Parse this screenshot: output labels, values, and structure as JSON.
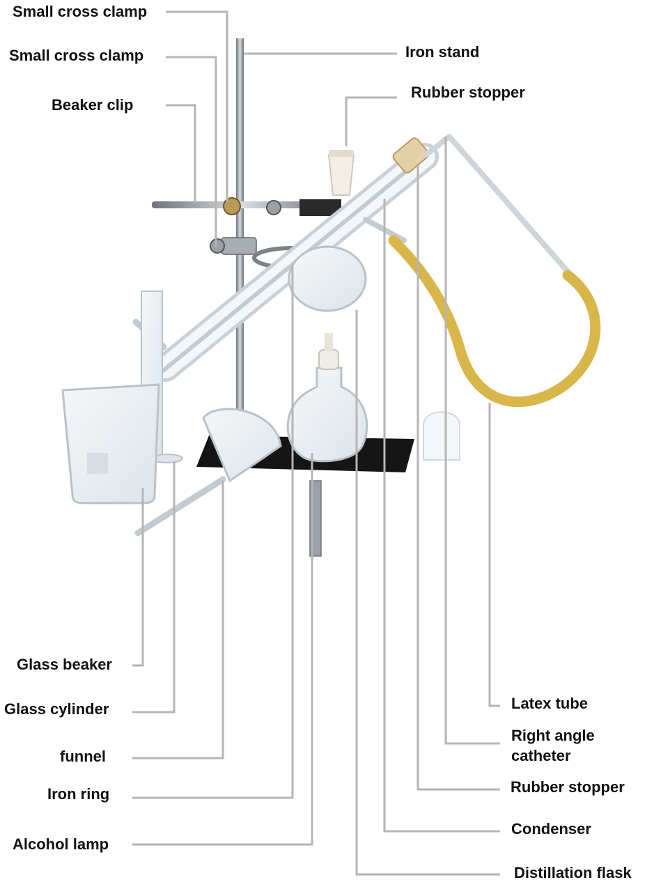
{
  "labels": [
    {
      "id": "small-cross-clamp-1",
      "text": "Small cross clamp"
    },
    {
      "id": "small-cross-clamp-2",
      "text": "Small cross clamp"
    },
    {
      "id": "beaker-clip",
      "text": "Beaker clip"
    },
    {
      "id": "iron-stand",
      "text": "Iron stand"
    },
    {
      "id": "rubber-stopper-top",
      "text": "Rubber stopper"
    },
    {
      "id": "glass-beaker",
      "text": "Glass beaker"
    },
    {
      "id": "glass-cylinder",
      "text": "Glass cylinder"
    },
    {
      "id": "funnel",
      "text": "funnel"
    },
    {
      "id": "iron-ring",
      "text": "Iron ring"
    },
    {
      "id": "alcohol-lamp",
      "text": "Alcohol lamp"
    },
    {
      "id": "latex-tube",
      "text": "Latex tube"
    },
    {
      "id": "right-angle-catheter",
      "text": "Right angle catheter"
    },
    {
      "id": "rubber-stopper-bottom",
      "text": "Rubber stopper"
    },
    {
      "id": "condenser",
      "text": "Condenser"
    },
    {
      "id": "distillation-flask",
      "text": "Distillation flask"
    }
  ],
  "colors": {
    "callout": "#b5b5b5",
    "latex": "#d8b64a",
    "steel": "#8a8f96",
    "base": "#151515"
  }
}
